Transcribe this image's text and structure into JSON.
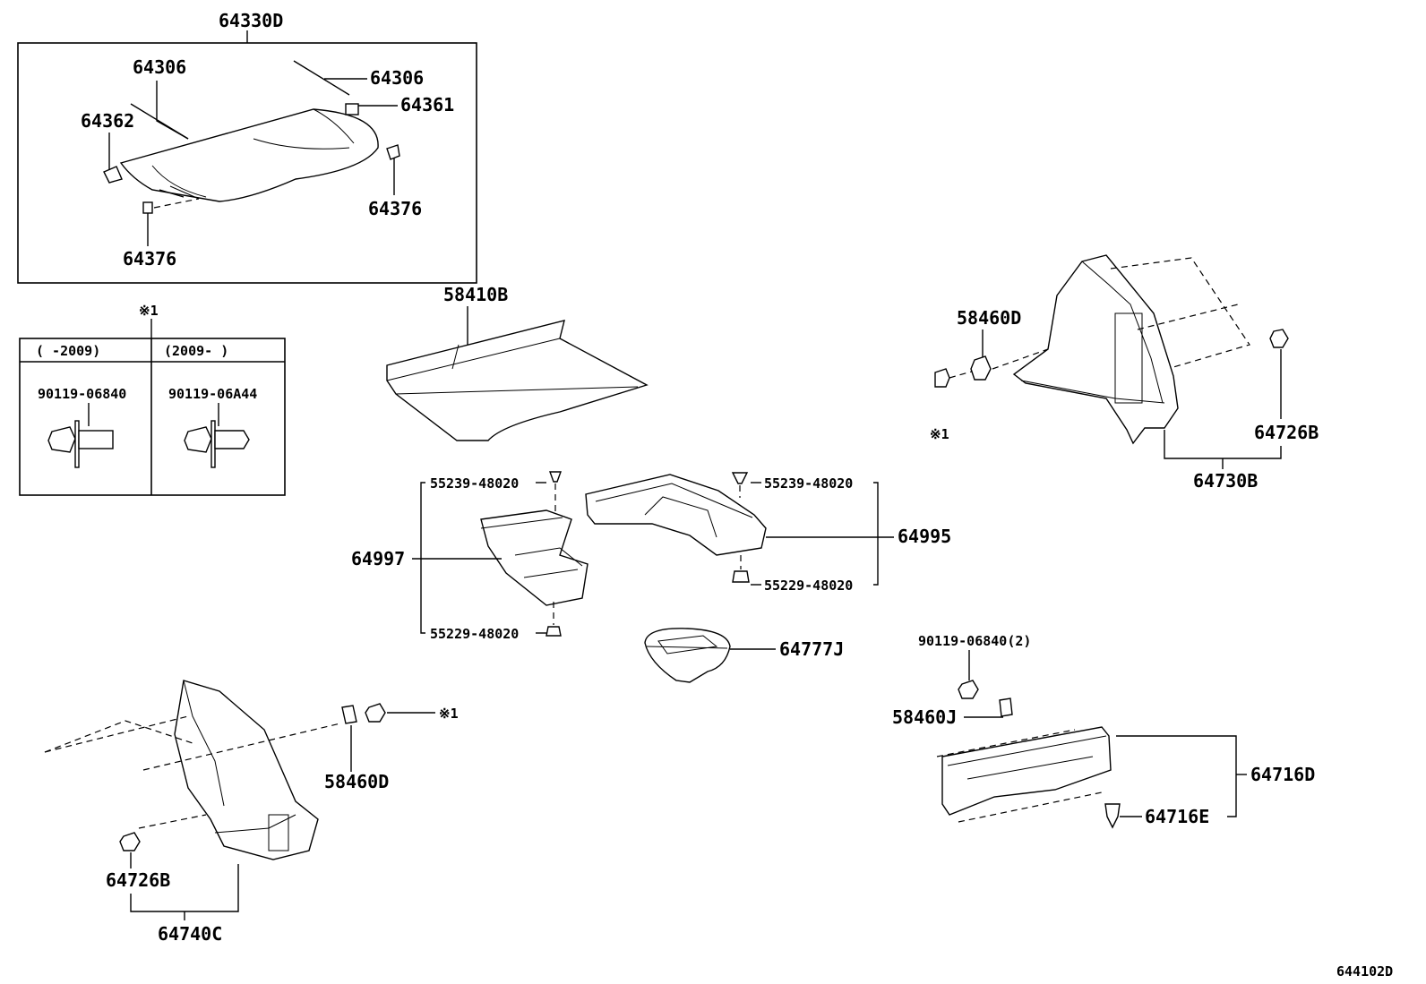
{
  "labels": {
    "p64330D": "64330D",
    "p64306a": "64306",
    "p64306b": "64306",
    "p64361": "64361",
    "p64362": "64362",
    "p64376a": "64376",
    "p64376b": "64376",
    "p58410B": "58410B",
    "note1": "※1",
    "range_left": "(    -2009)",
    "range_right": "(2009-    )",
    "p90119_06840": "90119-06840",
    "p90119_06A44": "90119-06A44",
    "p58460D_top": "58460D",
    "note1_top": "※1",
    "p64726B_top": "64726B",
    "p64730B": "64730B",
    "p55239_l": "55239-48020",
    "p55239_r": "55239-48020",
    "p55229_l": "55229-48020",
    "p55229_r": "55229-48020",
    "p64997": "64997",
    "p64995": "64995",
    "p64777J": "64777J",
    "p90119_06840_2": "90119-06840(2)",
    "p58460J": "58460J",
    "p64716D": "64716D",
    "p64716E": "64716E",
    "note1_low": "※1",
    "p58460D_low": "58460D",
    "p64726B_low": "64726B",
    "p64740C": "64740C",
    "diagram_code": "644102D"
  }
}
